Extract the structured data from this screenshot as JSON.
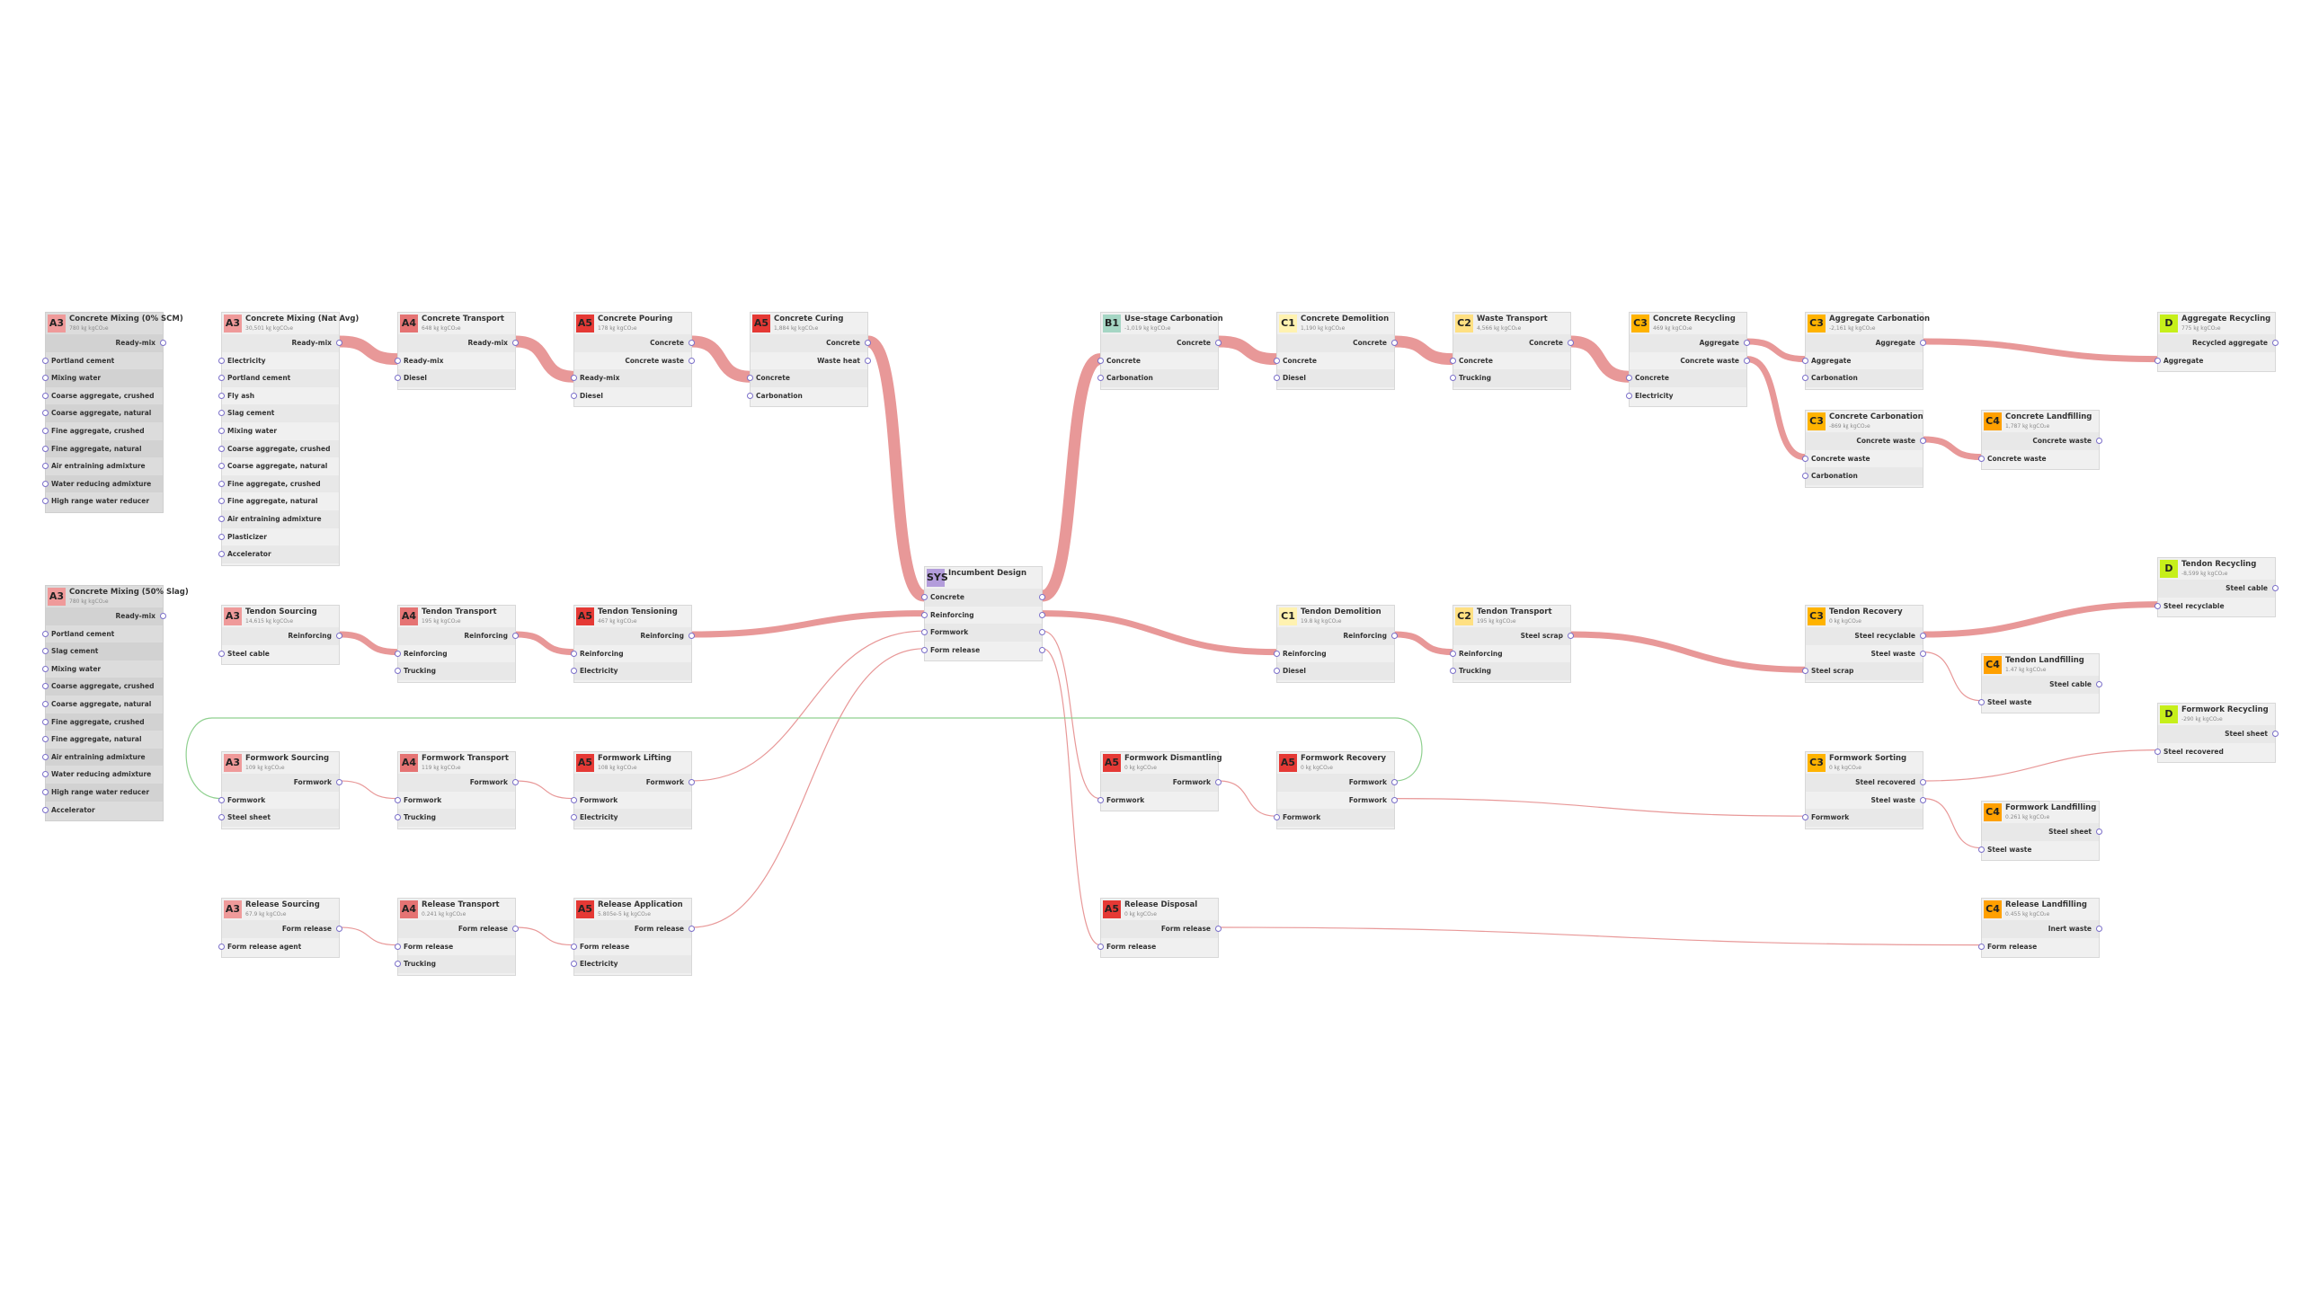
{
  "stages": {
    "A3": {
      "color": "#ef9a9a"
    },
    "A4": {
      "color": "#e57373"
    },
    "A5": {
      "color": "#e53935"
    },
    "B1": {
      "color": "#a5d6c4"
    },
    "C1": {
      "color": "#fff2b0"
    },
    "C2": {
      "color": "#ffe082"
    },
    "C3": {
      "color": "#ffb300"
    },
    "C4": {
      "color": "#ffa000"
    },
    "D": {
      "color": "#c6ef1a"
    },
    "SYS": {
      "color": "#b39ddb"
    }
  },
  "nodes": [
    {
      "id": "cm0",
      "stage": "A3",
      "title": "Concrete Mixing (0% SCM)",
      "value": "780 ㎏ kgCO₂e",
      "ghost": true,
      "outputs": [
        "Ready-mix"
      ],
      "inputs": [
        "Portland cement",
        "Mixing water",
        "Coarse aggregate, crushed",
        "Coarse aggregate, natural",
        "Fine aggregate, crushed",
        "Fine aggregate, natural",
        "Air entraining admixture",
        "Water reducing admixture",
        "High range water reducer"
      ]
    },
    {
      "id": "cm50",
      "stage": "A3",
      "title": "Concrete Mixing (50% Slag)",
      "value": "780 ㎏ kgCO₂e",
      "ghost": true,
      "outputs": [
        "Ready-mix"
      ],
      "inputs": [
        "Portland cement",
        "Slag cement",
        "Mixing water",
        "Coarse aggregate, crushed",
        "Coarse aggregate, natural",
        "Fine aggregate, crushed",
        "Fine aggregate, natural",
        "Air entraining admixture",
        "Water reducing admixture",
        "High range water reducer",
        "Accelerator"
      ]
    },
    {
      "id": "cmn",
      "stage": "A3",
      "title": "Concrete Mixing (Nat Avg)",
      "value": "30,501 ㎏ kgCO₂e",
      "outputs": [
        "Ready-mix"
      ],
      "inputs": [
        "Electricity",
        "Portland cement",
        "Fly ash",
        "Slag cement",
        "Mixing water",
        "Coarse aggregate, crushed",
        "Coarse aggregate, natural",
        "Fine aggregate, crushed",
        "Fine aggregate, natural",
        "Air entraining admixture",
        "Plasticizer",
        "Accelerator"
      ]
    },
    {
      "id": "ct",
      "stage": "A4",
      "title": "Concrete Transport",
      "value": "648 ㎏ kgCO₂e",
      "outputs": [
        "Ready-mix"
      ],
      "inputs": [
        "Ready-mix",
        "Diesel"
      ]
    },
    {
      "id": "cp",
      "stage": "A5",
      "title": "Concrete Pouring",
      "value": "178 ㎏ kgCO₂e",
      "outputs": [
        "Concrete",
        "Concrete waste"
      ],
      "inputs": [
        "Ready-mix",
        "Diesel"
      ]
    },
    {
      "id": "cc",
      "stage": "A5",
      "title": "Concrete Curing",
      "value": "1,884 ㎏ kgCO₂e",
      "outputs": [
        "Concrete",
        "Waste heat"
      ],
      "inputs": [
        "Concrete",
        "Carbonation"
      ]
    },
    {
      "id": "ts",
      "stage": "A3",
      "title": "Tendon Sourcing",
      "value": "14,615 ㎏ kgCO₂e",
      "outputs": [
        "Reinforcing"
      ],
      "inputs": [
        "Steel cable"
      ]
    },
    {
      "id": "tt",
      "stage": "A4",
      "title": "Tendon Transport",
      "value": "195 ㎏ kgCO₂e",
      "outputs": [
        "Reinforcing"
      ],
      "inputs": [
        "Reinforcing",
        "Trucking"
      ]
    },
    {
      "id": "tten",
      "stage": "A5",
      "title": "Tendon Tensioning",
      "value": "467 ㎏ kgCO₂e",
      "outputs": [
        "Reinforcing"
      ],
      "inputs": [
        "Reinforcing",
        "Electricity"
      ]
    },
    {
      "id": "fs",
      "stage": "A3",
      "title": "Formwork Sourcing",
      "value": "109 ㎏ kgCO₂e",
      "outputs": [
        "Formwork"
      ],
      "inputs": [
        "Formwork",
        "Steel sheet"
      ]
    },
    {
      "id": "ft",
      "stage": "A4",
      "title": "Formwork Transport",
      "value": "119 ㎏ kgCO₂e",
      "outputs": [
        "Formwork"
      ],
      "inputs": [
        "Formwork",
        "Trucking"
      ]
    },
    {
      "id": "fl",
      "stage": "A5",
      "title": "Formwork Lifting",
      "value": "108 ㎏ kgCO₂e",
      "outputs": [
        "Formwork"
      ],
      "inputs": [
        "Formwork",
        "Electricity"
      ]
    },
    {
      "id": "rs",
      "stage": "A3",
      "title": "Release Sourcing",
      "value": "67.9 ㎏ kgCO₂e",
      "outputs": [
        "Form release"
      ],
      "inputs": [
        "Form release agent"
      ]
    },
    {
      "id": "rt",
      "stage": "A4",
      "title": "Release Transport",
      "value": "0.241 ㎏ kgCO₂e",
      "outputs": [
        "Form release"
      ],
      "inputs": [
        "Form release",
        "Trucking"
      ]
    },
    {
      "id": "ra",
      "stage": "A5",
      "title": "Release Application",
      "value": "5.805e-5 ㎏ kgCO₂e",
      "outputs": [
        "Form release"
      ],
      "inputs": [
        "Form release",
        "Electricity"
      ]
    },
    {
      "id": "sys",
      "stage": "SYS",
      "title": "Incumbent Design",
      "value": "",
      "outputs": [],
      "inputs": [],
      "rows": [
        "Concrete",
        "Reinforcing",
        "Formwork",
        "Form release"
      ]
    },
    {
      "id": "uc",
      "stage": "B1",
      "title": "Use-stage Carbonation",
      "value": "-1,019 ㎏ kgCO₂e",
      "outputs": [
        "Concrete"
      ],
      "inputs": [
        "Concrete",
        "Carbonation"
      ]
    },
    {
      "id": "cd",
      "stage": "C1",
      "title": "Concrete Demolition",
      "value": "1,190 ㎏ kgCO₂e",
      "outputs": [
        "Concrete"
      ],
      "inputs": [
        "Concrete",
        "Diesel"
      ]
    },
    {
      "id": "wt",
      "stage": "C2",
      "title": "Waste Transport",
      "value": "4,566 ㎏ kgCO₂e",
      "outputs": [
        "Concrete"
      ],
      "inputs": [
        "Concrete",
        "Trucking"
      ]
    },
    {
      "id": "cr",
      "stage": "C3",
      "title": "Concrete Recycling",
      "value": "469 ㎏ kgCO₂e",
      "outputs": [
        "Aggregate",
        "Concrete waste"
      ],
      "inputs": [
        "Concrete",
        "Electricity"
      ]
    },
    {
      "id": "ac",
      "stage": "C3",
      "title": "Aggregate Carbonation",
      "value": "-2,161 ㎏ kgCO₂e",
      "outputs": [
        "Aggregate"
      ],
      "inputs": [
        "Aggregate",
        "Carbonation"
      ]
    },
    {
      "id": "ar",
      "stage": "D",
      "title": "Aggregate Recycling",
      "value": "775 ㎏ kgCO₂e",
      "outputs": [
        "Recycled aggregate"
      ],
      "inputs": [
        "Aggregate"
      ]
    },
    {
      "id": "ccarb",
      "stage": "C3",
      "title": "Concrete Carbonation",
      "value": "-869 ㎏ kgCO₂e",
      "outputs": [
        "Concrete waste"
      ],
      "inputs": [
        "Concrete waste",
        "Carbonation"
      ]
    },
    {
      "id": "cl",
      "stage": "C4",
      "title": "Concrete Landfilling",
      "value": "1,787 ㎏ kgCO₂e",
      "outputs": [
        "Concrete waste"
      ],
      "inputs": [
        "Concrete waste"
      ]
    },
    {
      "id": "td",
      "stage": "C1",
      "title": "Tendon Demolition",
      "value": "19.8 ㎏ kgCO₂e",
      "outputs": [
        "Reinforcing"
      ],
      "inputs": [
        "Reinforcing",
        "Diesel"
      ]
    },
    {
      "id": "ttr",
      "stage": "C2",
      "title": "Tendon Transport",
      "value": "195 ㎏ kgCO₂e",
      "outputs": [
        "Steel scrap"
      ],
      "inputs": [
        "Reinforcing",
        "Trucking"
      ]
    },
    {
      "id": "tr",
      "stage": "C3",
      "title": "Tendon Recovery",
      "value": "0 ㎏ kgCO₂e",
      "outputs": [
        "Steel recyclable",
        "Steel waste"
      ],
      "inputs": [
        "Steel scrap"
      ]
    },
    {
      "id": "trc",
      "stage": "D",
      "title": "Tendon Recycling",
      "value": "-8,599 ㎏ kgCO₂e",
      "outputs": [
        "Steel cable"
      ],
      "inputs": [
        "Steel recyclable"
      ]
    },
    {
      "id": "tl",
      "stage": "C4",
      "title": "Tendon Landfilling",
      "value": "1.47 ㎏ kgCO₂e",
      "outputs": [
        "Steel cable"
      ],
      "inputs": [
        "Steel waste"
      ]
    },
    {
      "id": "fd",
      "stage": "A5",
      "title": "Formwork Dismantling",
      "value": "0 ㎏ kgCO₂e",
      "outputs": [
        "Formwork"
      ],
      "inputs": [
        "Formwork"
      ]
    },
    {
      "id": "fr",
      "stage": "A5",
      "title": "Formwork Recovery",
      "value": "0 ㎏ kgCO₂e",
      "outputs": [
        "Formwork",
        "Formwork"
      ],
      "inputs": [
        "Formwork"
      ]
    },
    {
      "id": "fso",
      "stage": "C3",
      "title": "Formwork Sorting",
      "value": "0 ㎏ kgCO₂e",
      "outputs": [
        "Steel recovered",
        "Steel waste"
      ],
      "inputs": [
        "Formwork"
      ]
    },
    {
      "id": "frc",
      "stage": "D",
      "title": "Formwork Recycling",
      "value": "-290 ㎏ kgCO₂e",
      "outputs": [
        "Steel sheet"
      ],
      "inputs": [
        "Steel recovered"
      ]
    },
    {
      "id": "fli",
      "stage": "C4",
      "title": "Formwork Landfilling",
      "value": "0.261 ㎏ kgCO₂e",
      "outputs": [
        "Steel sheet"
      ],
      "inputs": [
        "Steel waste"
      ]
    },
    {
      "id": "rd",
      "stage": "A5",
      "title": "Release Disposal",
      "value": "0 ㎏ kgCO₂e",
      "outputs": [
        "Form release"
      ],
      "inputs": [
        "Form release"
      ]
    },
    {
      "id": "rl",
      "stage": "C4",
      "title": "Release Landfilling",
      "value": "0.455 ㎏ kgCO₂e",
      "outputs": [
        "Inert waste"
      ],
      "inputs": [
        "Form release"
      ]
    }
  ],
  "links": [
    {
      "from": "cmn.o0",
      "to": "ct.i0",
      "weight": "heavy"
    },
    {
      "from": "ct.o0",
      "to": "cp.i0",
      "weight": "heavy"
    },
    {
      "from": "cp.o0",
      "to": "cc.i0",
      "weight": "heavy"
    },
    {
      "from": "cc.o0",
      "to": "sys.r0",
      "weight": "heavy"
    },
    {
      "from": "sys.r0",
      "to": "uc.i0",
      "weight": "heavy"
    },
    {
      "from": "uc.o0",
      "to": "cd.i0",
      "weight": "heavy"
    },
    {
      "from": "cd.o0",
      "to": "wt.i0",
      "weight": "heavy"
    },
    {
      "from": "wt.o0",
      "to": "cr.i0",
      "weight": "heavy"
    },
    {
      "from": "cr.o0",
      "to": "ac.i0",
      "weight": "medium"
    },
    {
      "from": "cr.o1",
      "to": "ccarb.i0",
      "weight": "medium"
    },
    {
      "from": "ac.o0",
      "to": "ar.i0",
      "weight": "medium"
    },
    {
      "from": "ccarb.o0",
      "to": "cl.i0",
      "weight": "medium"
    },
    {
      "from": "ts.o0",
      "to": "tt.i0",
      "weight": "medium"
    },
    {
      "from": "tt.o0",
      "to": "tten.i0",
      "weight": "medium"
    },
    {
      "from": "tten.o0",
      "to": "sys.r1",
      "weight": "medium"
    },
    {
      "from": "sys.r1",
      "to": "td.i0",
      "weight": "medium"
    },
    {
      "from": "td.o0",
      "to": "ttr.i0",
      "weight": "medium"
    },
    {
      "from": "ttr.o0",
      "to": "tr.i0",
      "weight": "medium"
    },
    {
      "from": "tr.o0",
      "to": "trc.i0",
      "weight": "medium"
    },
    {
      "from": "tr.o1",
      "to": "tl.i0",
      "weight": "thin"
    },
    {
      "from": "fs.o0",
      "to": "ft.i0",
      "weight": "thin"
    },
    {
      "from": "ft.o0",
      "to": "fl.i0",
      "weight": "thin"
    },
    {
      "from": "fl.o0",
      "to": "sys.r2",
      "weight": "thin"
    },
    {
      "from": "sys.r2",
      "to": "fd.i0",
      "weight": "thin"
    },
    {
      "from": "fd.o0",
      "to": "fr.i0",
      "weight": "thin"
    },
    {
      "from": "fr.o1",
      "to": "fso.i0",
      "weight": "thin"
    },
    {
      "from": "fso.o0",
      "to": "frc.i0",
      "weight": "thin"
    },
    {
      "from": "fso.o1",
      "to": "fli.i0",
      "weight": "thin"
    },
    {
      "from": "rs.o0",
      "to": "rt.i0",
      "weight": "thin"
    },
    {
      "from": "rt.o0",
      "to": "ra.i0",
      "weight": "thin"
    },
    {
      "from": "ra.o0",
      "to": "sys.r3",
      "weight": "thin"
    },
    {
      "from": "sys.r3",
      "to": "rd.i0",
      "weight": "thin"
    },
    {
      "from": "rd.o0",
      "to": "rl.i0",
      "weight": "thin"
    },
    {
      "from": "fr.o0",
      "to": "fs.i0",
      "weight": "loop"
    }
  ],
  "colors": {
    "flow": "#e89898",
    "loop": "#8fd08f",
    "port": "#7b6fc9"
  }
}
